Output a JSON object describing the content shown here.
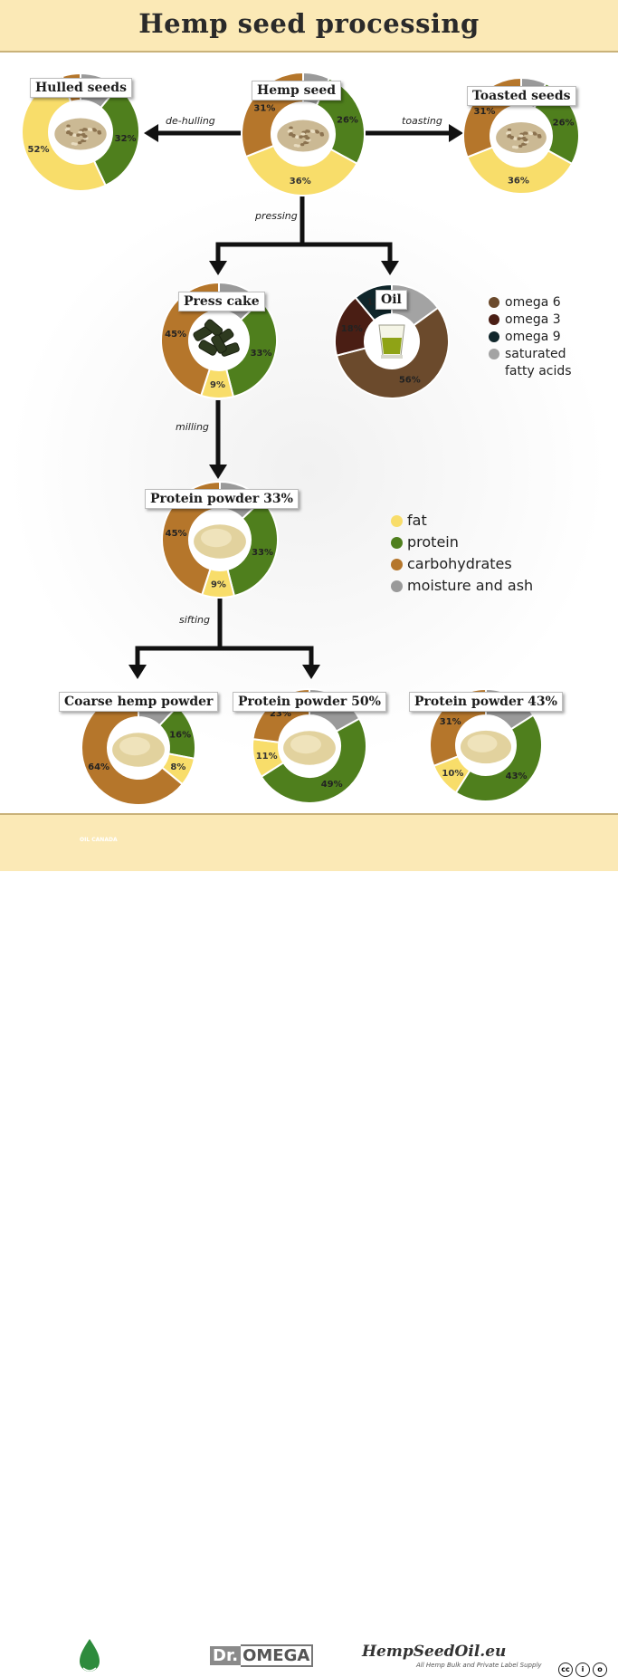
{
  "title": "Hemp seed processing",
  "colors": {
    "fat": "#f8dd6a",
    "protein": "#4f7f1d",
    "carbohydrates": "#b5762b",
    "moisture": "#9a9a9a",
    "omega6": "#6b4a2c",
    "omega3": "#4a1e14",
    "omega9": "#10262b",
    "saturated": "#a3a3a3"
  },
  "nodes": [
    {
      "key": "hemp_seed",
      "name": "Hemp seed",
      "image": "seed-image",
      "slices": [
        {
          "part": "moisture",
          "value": 7
        },
        {
          "part": "protein",
          "value": 26,
          "label": "26%"
        },
        {
          "part": "fat",
          "value": 36,
          "label": "36%"
        },
        {
          "part": "carbohydrates",
          "value": 31,
          "label": "31%"
        }
      ]
    },
    {
      "key": "hulled",
      "name": "Hulled seeds",
      "image": "seed-image",
      "slices": [
        {
          "part": "moisture",
          "value": 11
        },
        {
          "part": "protein",
          "value": 32,
          "label": "32%"
        },
        {
          "part": "fat",
          "value": 52,
          "label": "52%"
        },
        {
          "part": "carbohydrates",
          "value": 5,
          "label": "5%"
        }
      ]
    },
    {
      "key": "toasted",
      "name": "Toasted seeds",
      "image": "seed-image",
      "slices": [
        {
          "part": "moisture",
          "value": 7
        },
        {
          "part": "protein",
          "value": 26,
          "label": "26%"
        },
        {
          "part": "fat",
          "value": 36,
          "label": "36%"
        },
        {
          "part": "carbohydrates",
          "value": 31,
          "label": "31%"
        }
      ]
    },
    {
      "key": "press_cake",
      "name": "Press cake",
      "image": "pellet-image",
      "slices": [
        {
          "part": "moisture",
          "value": 13
        },
        {
          "part": "protein",
          "value": 33,
          "label": "33%"
        },
        {
          "part": "fat",
          "value": 9,
          "label": "9%"
        },
        {
          "part": "carbohydrates",
          "value": 45,
          "label": "45%"
        }
      ]
    },
    {
      "key": "oil",
      "name": "Oil",
      "image": "oil-glass-image",
      "slices": [
        {
          "part": "saturated",
          "value": 15
        },
        {
          "part": "omega6",
          "value": 56,
          "label": "56%"
        },
        {
          "part": "omega3",
          "value": 18,
          "label": "18%"
        },
        {
          "part": "omega9",
          "value": 11,
          "label": "11%"
        }
      ]
    },
    {
      "key": "protein33",
      "name": "Protein powder 33%",
      "image": "powder-image",
      "slices": [
        {
          "part": "moisture",
          "value": 13
        },
        {
          "part": "protein",
          "value": 33,
          "label": "33%"
        },
        {
          "part": "fat",
          "value": 9,
          "label": "9%"
        },
        {
          "part": "carbohydrates",
          "value": 45,
          "label": "45%"
        }
      ]
    },
    {
      "key": "coarse",
      "name": "Coarse hemp powder",
      "image": "powder-image",
      "slices": [
        {
          "part": "moisture",
          "value": 12
        },
        {
          "part": "protein",
          "value": 16,
          "label": "16%"
        },
        {
          "part": "fat",
          "value": 8,
          "label": "8%"
        },
        {
          "part": "carbohydrates",
          "value": 64,
          "label": "64%"
        }
      ]
    },
    {
      "key": "protein50",
      "name": "Protein powder 50%",
      "image": "powder-image",
      "slices": [
        {
          "part": "moisture",
          "value": 17
        },
        {
          "part": "protein",
          "value": 49,
          "label": "49%"
        },
        {
          "part": "fat",
          "value": 11,
          "label": "11%"
        },
        {
          "part": "carbohydrates",
          "value": 23,
          "label": "23%"
        }
      ]
    },
    {
      "key": "protein43",
      "name": "Protein powder 43%",
      "image": "powder-image",
      "slices": [
        {
          "part": "moisture",
          "value": 16
        },
        {
          "part": "protein",
          "value": 43,
          "label": "43%"
        },
        {
          "part": "fat",
          "value": 10,
          "label": "10%"
        },
        {
          "part": "carbohydrates",
          "value": 31,
          "label": "31%"
        }
      ]
    }
  ],
  "edges": [
    {
      "from": "hemp_seed",
      "to": "hulled",
      "label": "de-hulling"
    },
    {
      "from": "hemp_seed",
      "to": "toasted",
      "label": "toasting"
    },
    {
      "from": "hemp_seed",
      "to": "press_cake",
      "label": "pressing"
    },
    {
      "from": "hemp_seed",
      "to": "oil",
      "label": ""
    },
    {
      "from": "press_cake",
      "to": "protein33",
      "label": "milling"
    },
    {
      "from": "protein33",
      "to": "coarse",
      "label": "sifting"
    },
    {
      "from": "protein33",
      "to": "protein50",
      "label": ""
    }
  ],
  "legend_oil": [
    {
      "part": "omega6",
      "label": "omega 6"
    },
    {
      "part": "omega3",
      "label": "omega 3"
    },
    {
      "part": "omega9",
      "label": "omega 9"
    },
    {
      "part": "saturated",
      "label": "saturated fatty acids"
    }
  ],
  "legend_nutrients": [
    {
      "part": "fat",
      "label": "fat"
    },
    {
      "part": "protein",
      "label": "protein"
    },
    {
      "part": "carbohydrates",
      "label": "carbohydrates"
    },
    {
      "part": "moisture",
      "label": "moisture and ash"
    }
  ],
  "footer": {
    "logo1_text": "OIL CANADA",
    "logo2_left": "Dr.",
    "logo2_right": "OMEGA",
    "logo3_title": "HempSeedOil.eu",
    "logo3_sub": "All Hemp Bulk and Private Label Supply"
  }
}
